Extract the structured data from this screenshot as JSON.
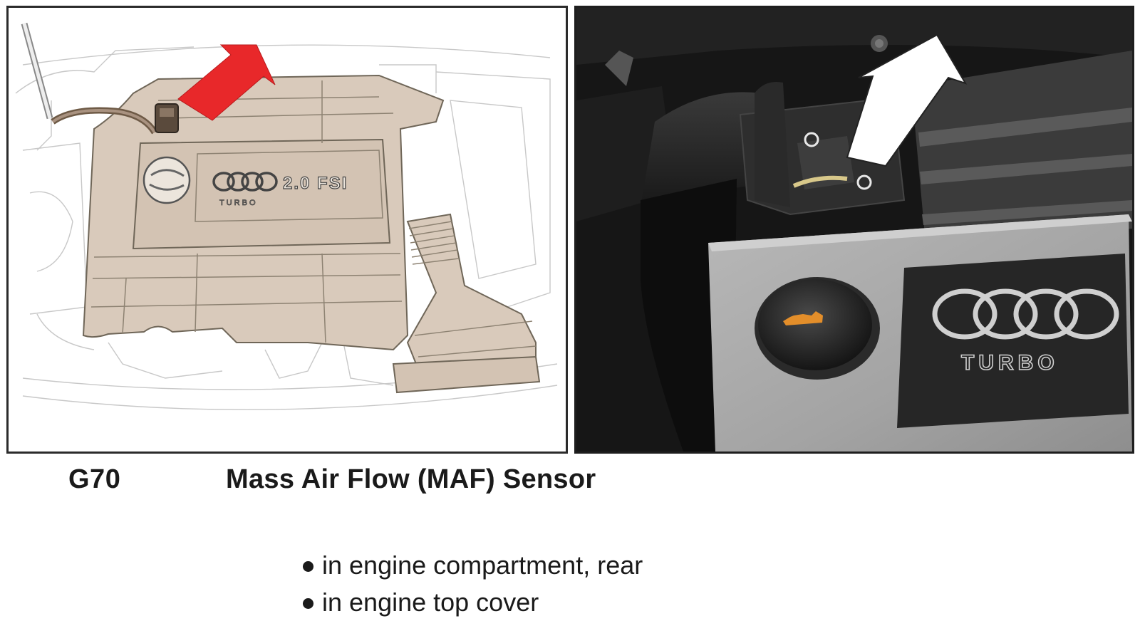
{
  "component": {
    "code": "G70",
    "name": "Mass Air Flow (MAF) Sensor"
  },
  "location_notes": [
    "in engine compartment, rear",
    "in engine top cover"
  ],
  "illustration": {
    "cover_badge": "2.0 FSI",
    "cover_subbadge": "TURBO",
    "pointer_color": "#e8282a"
  },
  "photo": {
    "cover_badge": "TURBO",
    "pointer_color": "#ffffff"
  }
}
